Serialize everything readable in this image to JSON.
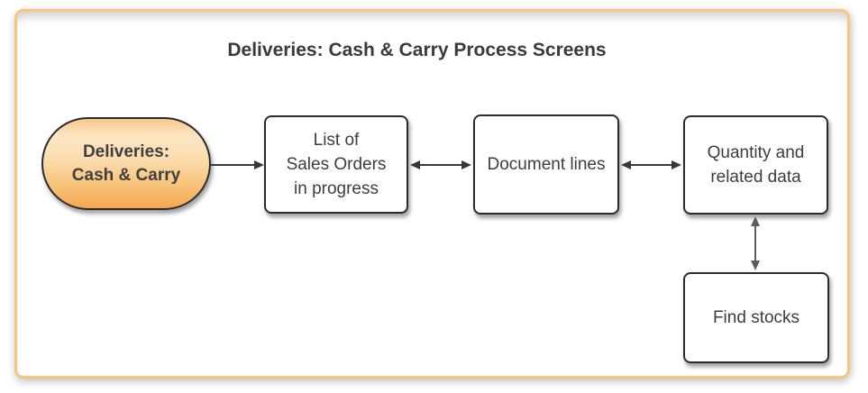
{
  "diagram": {
    "title": "Deliveries: Cash & Carry Process Screens",
    "start_node": {
      "shape": "stadium",
      "lines": [
        "Deliveries:",
        "Cash & Carry"
      ]
    },
    "process_boxes": [
      {
        "id": "list-of-sales-orders",
        "lines": [
          "List of",
          "Sales Orders",
          "in progress"
        ]
      },
      {
        "id": "document-lines",
        "lines": [
          "Document lines"
        ]
      },
      {
        "id": "quantity-and-related-data",
        "lines": [
          "Quantity and",
          "related data"
        ]
      },
      {
        "id": "find-stocks",
        "lines": [
          "Find stocks"
        ]
      }
    ],
    "connectors": [
      {
        "from": "deliveries-cash-and-carry",
        "to": "list-of-sales-orders",
        "type": "single-arrow",
        "direction": "horizontal"
      },
      {
        "from": "list-of-sales-orders",
        "to": "document-lines",
        "type": "double-arrow",
        "direction": "horizontal"
      },
      {
        "from": "document-lines",
        "to": "quantity-and-related-data",
        "type": "double-arrow",
        "direction": "horizontal"
      },
      {
        "from": "quantity-and-related-data",
        "to": "find-stocks",
        "type": "double-arrow",
        "direction": "vertical"
      }
    ],
    "colors": {
      "frame_border": "#F9C679",
      "node_border": "#2B2B2B",
      "node_fill": "#FFFFFF",
      "start_gradient_top": "#F6C98C",
      "start_gradient_highlight": "#FDE6C4",
      "start_gradient_bottom": "#F5A851",
      "text": "#3D3D3D",
      "arrow_horizontal": "#383838",
      "arrow_vertical": "#5C5C5C"
    }
  }
}
